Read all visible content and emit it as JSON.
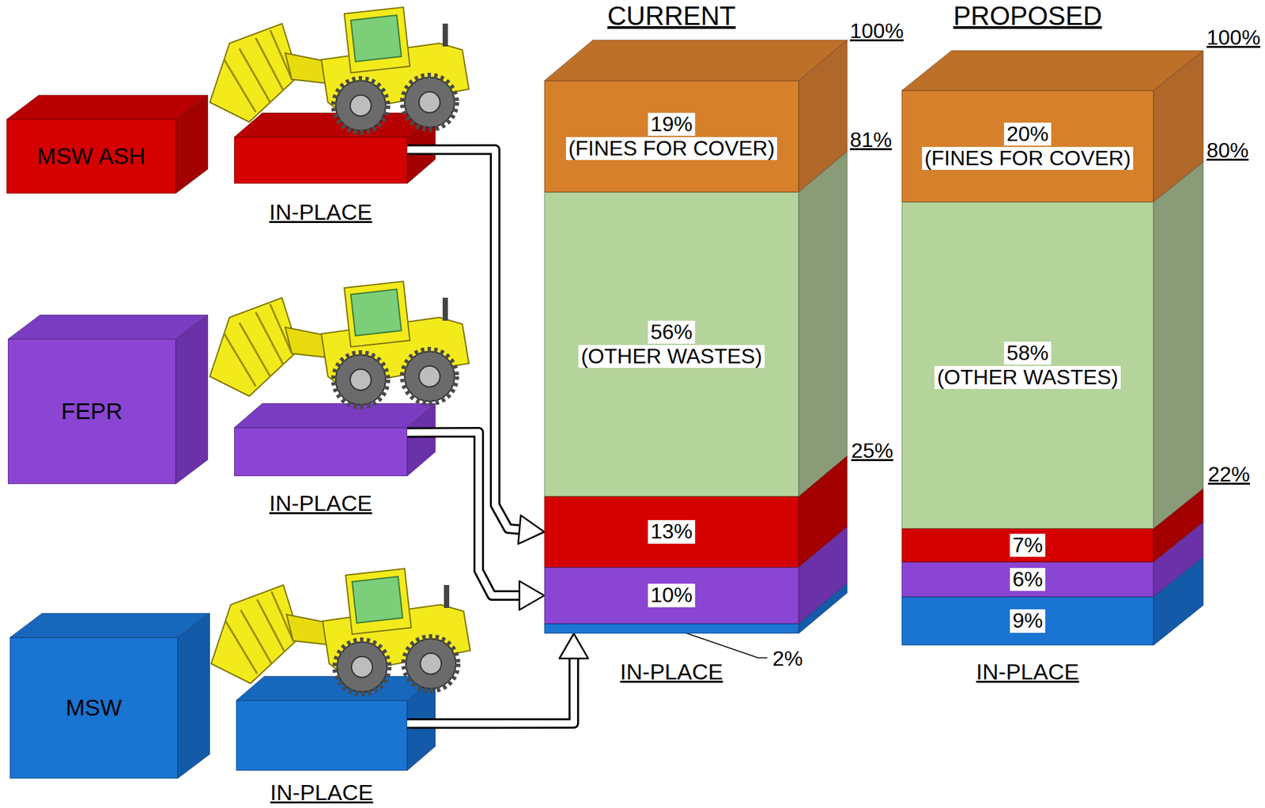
{
  "diagram": {
    "nodes": [
      {
        "text": [
          "MSW ASH"
        ]
      },
      {
        "text": [
          "IN-PLACE"
        ]
      },
      {
        "text": [
          "FEPR"
        ]
      },
      {
        "text": [
          "IN-PLACE"
        ]
      },
      {
        "text": [
          "MSW"
        ]
      },
      {
        "text": [
          "IN-PLACE"
        ]
      },
      {
        "text": [
          "CURRENT"
        ]
      },
      {
        "text": [
          "19%",
          "(FINES FOR COVER)"
        ],
        "in": 6
      },
      {
        "text": [
          "56%",
          "(OTHER WASTES)"
        ],
        "in": 6
      },
      {
        "text": [
          "13%"
        ],
        "in": 6
      },
      {
        "text": [
          "10%"
        ],
        "in": 6
      },
      {
        "text": [
          "2%"
        ],
        "in": 6
      },
      {
        "text": [
          "PROPOSED"
        ]
      },
      {
        "text": [
          "20%",
          "(FINES FOR COVER)"
        ],
        "in": 12
      },
      {
        "text": [
          "58%",
          "(OTHER WASTES)"
        ],
        "in": 12
      },
      {
        "text": [
          "7%"
        ],
        "in": 12
      },
      {
        "text": [
          "6%"
        ],
        "in": 12
      },
      {
        "text": [
          "9%"
        ],
        "in": 12
      }
    ],
    "edges": [
      {
        "from": 1,
        "to": 9,
        "arrow": "to"
      },
      {
        "from": 3,
        "to": 10,
        "arrow": "to"
      },
      {
        "from": 5,
        "to": 11,
        "arrow": "to"
      }
    ],
    "labels": [
      "100%",
      "81%",
      "25%",
      "IN-PLACE",
      "100%",
      "80%",
      "22%",
      "IN-PLACE"
    ]
  }
}
